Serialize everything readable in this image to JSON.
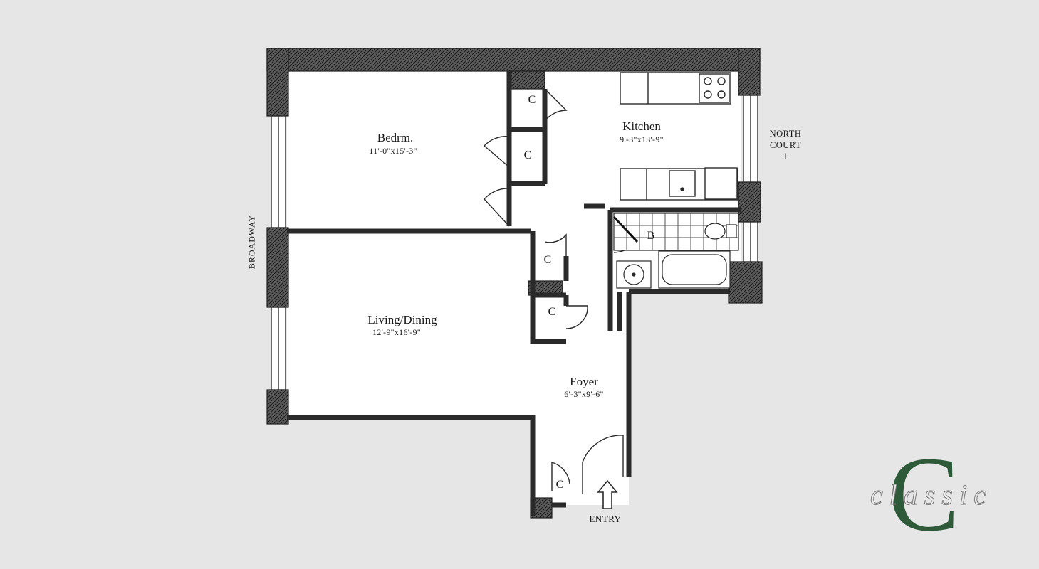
{
  "rooms": {
    "bedroom": {
      "name": "Bedrm.",
      "dims": "11'-0\"x15'-3\""
    },
    "kitchen": {
      "name": "Kitchen",
      "dims": "9'-3\"x13'-9\""
    },
    "living": {
      "name": "Living/Dining",
      "dims": "12'-9\"x16'-9\""
    },
    "foyer": {
      "name": "Foyer",
      "dims": "6'-3\"x9'-6\""
    }
  },
  "labels": {
    "closet": "C",
    "bath": "B",
    "broadway": "BROADWAY",
    "north_court": [
      "NORTH",
      "COURT",
      "1"
    ],
    "entry": "ENTRY"
  },
  "logo": {
    "initial": "C",
    "word": "classic"
  },
  "colors": {
    "background": "#e6e6e6",
    "wall": "#3a3a3a",
    "logo_green": "#2f5a3a"
  }
}
